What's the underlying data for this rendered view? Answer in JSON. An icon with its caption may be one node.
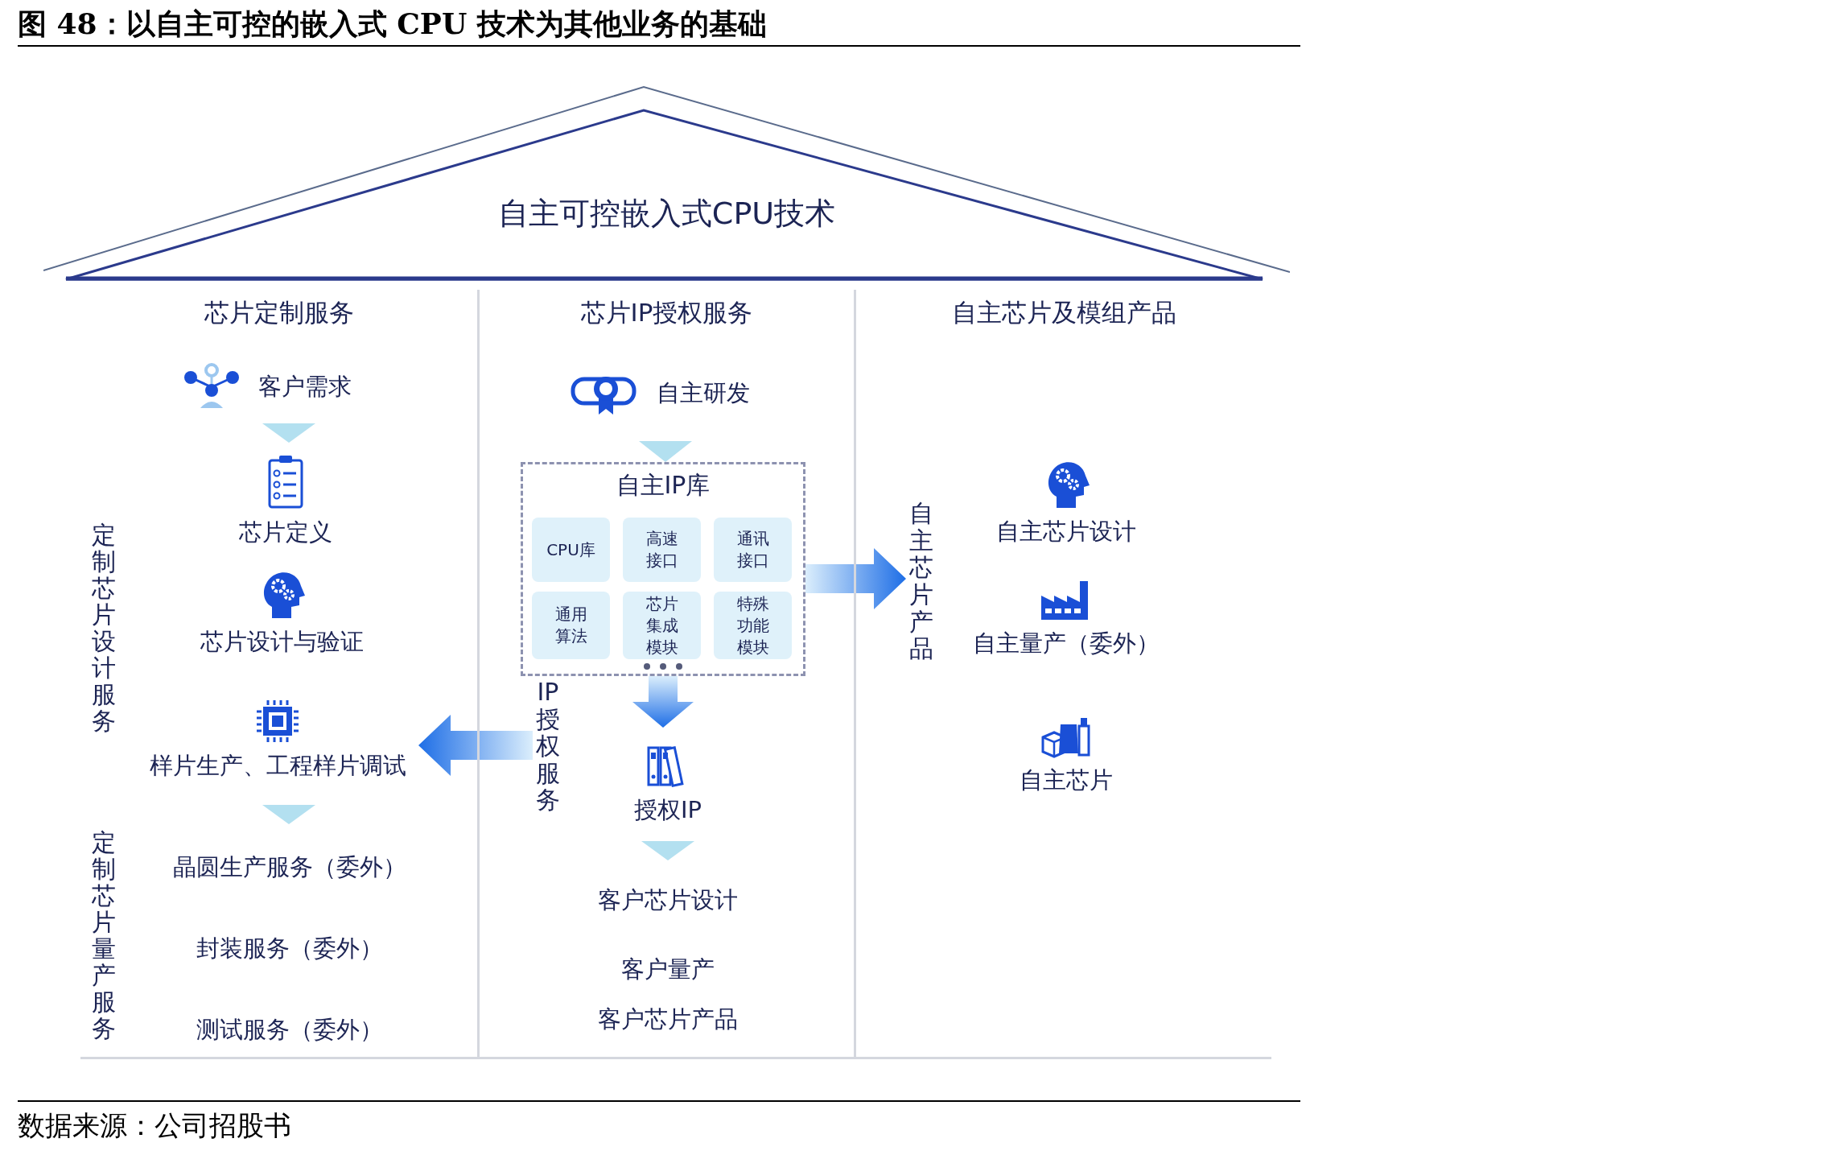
{
  "diagram": {
    "title": "图 48：以自主可控的嵌入式 CPU 技术为其他业务的基础",
    "caption": "数据来源：公司招股书",
    "nodes": [
      {
        "text": [
          "自主可控嵌入式CPU技术"
        ]
      },
      {
        "text": [
          "芯片定制服务"
        ]
      },
      {
        "text": [
          "芯片IP授权服务"
        ]
      },
      {
        "text": [
          "自主芯片及模组产品"
        ]
      },
      {
        "text": [
          "客户需求"
        ],
        "in": 1
      },
      {
        "text": [
          "芯片定义"
        ],
        "in": 1
      },
      {
        "text": [
          "芯片设计与验证"
        ],
        "in": 1
      },
      {
        "text": [
          "样片生产、工程样片调试"
        ],
        "in": 1
      },
      {
        "text": [
          "晶圆生产服务（委外）"
        ],
        "in": 1
      },
      {
        "text": [
          "封装服务（委外）"
        ],
        "in": 1
      },
      {
        "text": [
          "测试服务（委外）"
        ],
        "in": 1
      },
      {
        "text": [
          "自主研发"
        ],
        "in": 2
      },
      {
        "text": [
          "自主IP库"
        ],
        "in": 2
      },
      {
        "text": [
          "CPU库"
        ],
        "in": 12
      },
      {
        "text": [
          "高速接口"
        ],
        "in": 12
      },
      {
        "text": [
          "通讯接口"
        ],
        "in": 12
      },
      {
        "text": [
          "通用算法"
        ],
        "in": 12
      },
      {
        "text": [
          "芯片集成模块"
        ],
        "in": 12
      },
      {
        "text": [
          "特殊功能模块"
        ],
        "in": 12
      },
      {
        "text": [
          "IP授权服务"
        ],
        "in": 2
      },
      {
        "text": [
          "授权IP"
        ],
        "in": 2
      },
      {
        "text": [
          "客户芯片设计"
        ],
        "in": 2
      },
      {
        "text": [
          "客户量产"
        ],
        "in": 2
      },
      {
        "text": [
          "客户芯片产品"
        ],
        "in": 2
      },
      {
        "text": [
          "自主芯片产品"
        ],
        "in": 3
      },
      {
        "text": [
          "自主芯片设计"
        ],
        "in": 3
      },
      {
        "text": [
          "自主量产（委外）"
        ],
        "in": 3
      },
      {
        "text": [
          "自主芯片"
        ],
        "in": 3
      }
    ],
    "edges": [
      {
        "from": 4,
        "to": 5,
        "arrow": "to"
      },
      {
        "from": 7,
        "to": 8,
        "arrow": "to"
      },
      {
        "from": 11,
        "to": 12,
        "arrow": "to"
      },
      {
        "from": 12,
        "to": 20,
        "arrow": "to",
        "style": "thick"
      },
      {
        "from": 20,
        "to": 21,
        "arrow": "to"
      },
      {
        "from": 12,
        "to": 24,
        "arrow": "to",
        "style": "thick"
      },
      {
        "from": 19,
        "to": 7,
        "arrow": "to",
        "style": "thick"
      }
    ],
    "labels": [
      "定制芯片设计服务",
      "定制芯片量产服务"
    ]
  }
}
